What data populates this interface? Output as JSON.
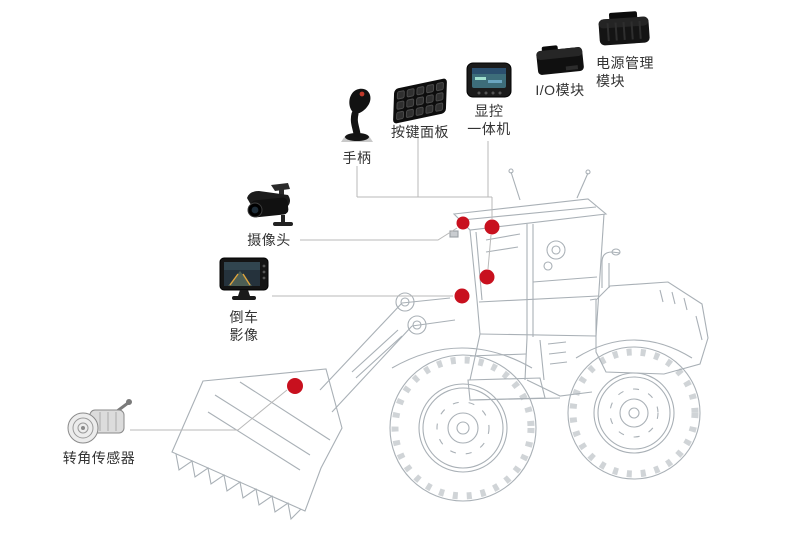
{
  "diagram": {
    "marker_color": "#c8101e",
    "connector_color": "#b9b9b9",
    "drawing_color": "#a9b0b6",
    "components": {
      "handle": {
        "label": "手柄",
        "icon": "joystick-icon"
      },
      "keypad": {
        "label": "按键面板",
        "icon": "keypad-icon"
      },
      "display": {
        "line1": "显控",
        "line2": "一体机",
        "icon": "display-unit-icon"
      },
      "io_module": {
        "label": "I/O模块",
        "icon": "io-module-icon"
      },
      "power_module": {
        "line1": "电源管理",
        "line2": "模块",
        "icon": "power-module-icon"
      },
      "camera": {
        "label": "摄像头",
        "icon": "camera-icon"
      },
      "rear_view": {
        "line1": "倒车",
        "line2": "影像",
        "icon": "rear-view-monitor-icon"
      },
      "angle_sensor": {
        "label": "转角传感器",
        "icon": "angle-sensor-icon"
      }
    }
  }
}
